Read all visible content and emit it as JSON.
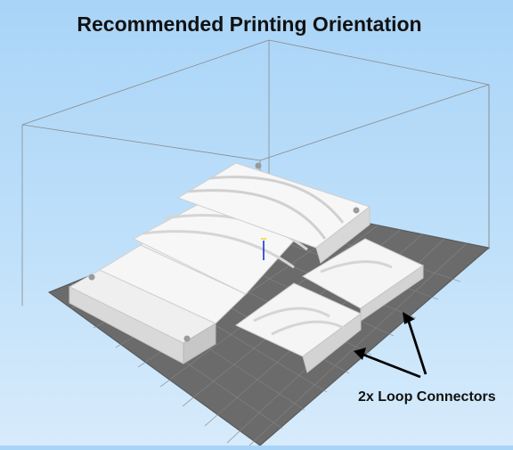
{
  "title": "Recommended Printing Orientation",
  "annotation": {
    "label": "2x Loop Connectors",
    "arrow_color": "#000000"
  },
  "colors": {
    "background_top": "#a9d4f7",
    "background_bottom": "#d7ebfb",
    "build_plate": "#6b6b6b",
    "grid_lines": "#8a8a8a",
    "part_fill": "#f4f4f4",
    "part_shadow": "#cfcfcf",
    "build_volume_lines": "#7f7f7f",
    "axis_z": "#1b2fd8",
    "axis_x": "#ffd400"
  },
  "icons": [
    "z-axis-indicator"
  ]
}
